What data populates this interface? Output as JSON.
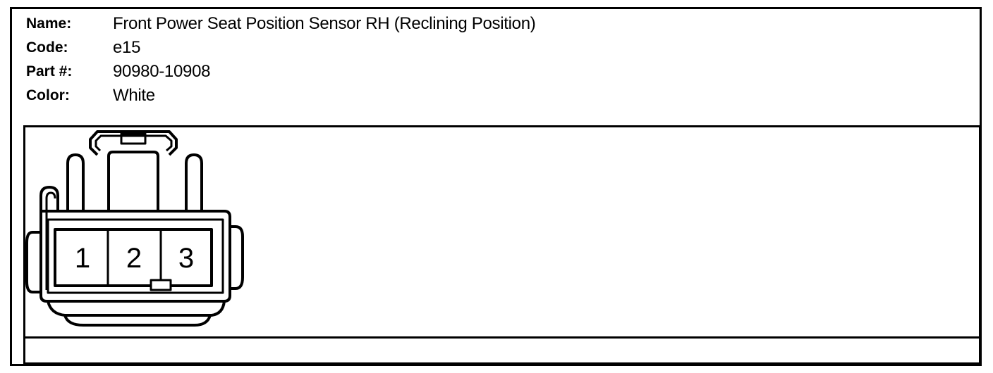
{
  "fields": [
    {
      "label": "Name:",
      "value": "Front Power Seat Position Sensor RH (Reclining Position)"
    },
    {
      "label": "Code:",
      "value": "e15"
    },
    {
      "label": "Part #:",
      "value": "90980-10908"
    },
    {
      "label": "Color:",
      "value": "White"
    }
  ],
  "connector": {
    "pins": [
      "1",
      "2",
      "3"
    ]
  }
}
